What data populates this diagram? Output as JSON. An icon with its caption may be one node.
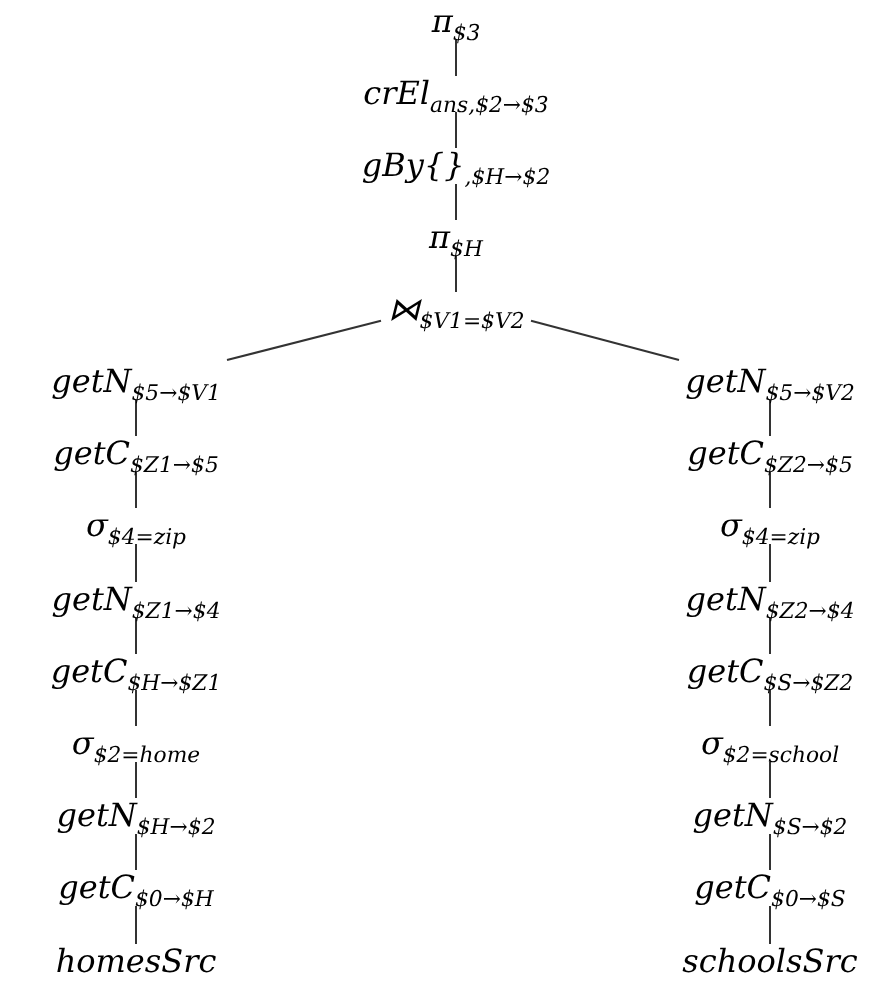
{
  "diagram": {
    "nodes": [
      {
        "text": [
          "π$_{$3}$"
        ]
      },
      {
        "text": [
          "crEl$_{ans,$2→$3}$"
        ]
      },
      {
        "text": [
          "gBy{}$_{,$H→$2}$"
        ]
      },
      {
        "text": [
          "π$_{$H}$"
        ]
      },
      {
        "text": [
          "⋈$_{$V1=$V2}$"
        ]
      },
      {
        "text": [
          "getN$_{$5→$V1}$"
        ]
      },
      {
        "text": [
          "getC$_{$Z1→$5}$"
        ]
      },
      {
        "text": [
          "σ$_{$4=zip}$"
        ]
      },
      {
        "text": [
          "getN$_{$Z1→$4}$"
        ]
      },
      {
        "text": [
          "getC$_{$H→$Z1}$"
        ]
      },
      {
        "text": [
          "σ$_{$2=home}$"
        ]
      },
      {
        "text": [
          "getN$_{$H→$2}$"
        ]
      },
      {
        "text": [
          "getC$_{$0→$H}$"
        ]
      },
      {
        "text": [
          "homesSrc"
        ]
      },
      {
        "text": [
          "getN$_{$5→$V2}$"
        ]
      },
      {
        "text": [
          "getC$_{$Z2→$5}$"
        ]
      },
      {
        "text": [
          "σ$_{$4=zip}$"
        ]
      },
      {
        "text": [
          "getN$_{$Z2→$4}$"
        ]
      },
      {
        "text": [
          "getC$_{$S→$Z2}$"
        ]
      },
      {
        "text": [
          "σ$_{$2=school}$"
        ]
      },
      {
        "text": [
          "getN$_{$S→$2}$"
        ]
      },
      {
        "text": [
          "getC$_{$0→$S}$"
        ]
      },
      {
        "text": [
          "schoolsSrc"
        ]
      }
    ],
    "edges": [
      {
        "from": 0,
        "to": 1,
        "arrow": "none"
      },
      {
        "from": 1,
        "to": 2,
        "arrow": "none"
      },
      {
        "from": 2,
        "to": 3,
        "arrow": "none"
      },
      {
        "from": 3,
        "to": 4,
        "arrow": "none"
      },
      {
        "from": 4,
        "to": 5,
        "arrow": "none"
      },
      {
        "from": 5,
        "to": 6,
        "arrow": "none"
      },
      {
        "from": 6,
        "to": 7,
        "arrow": "none"
      },
      {
        "from": 7,
        "to": 8,
        "arrow": "none"
      },
      {
        "from": 8,
        "to": 9,
        "arrow": "none"
      },
      {
        "from": 9,
        "to": 10,
        "arrow": "none"
      },
      {
        "from": 10,
        "to": 11,
        "arrow": "none"
      },
      {
        "from": 11,
        "to": 12,
        "arrow": "none"
      },
      {
        "from": 12,
        "to": 13,
        "arrow": "none"
      },
      {
        "from": 4,
        "to": 14,
        "arrow": "none"
      },
      {
        "from": 14,
        "to": 15,
        "arrow": "none"
      },
      {
        "from": 15,
        "to": 16,
        "arrow": "none"
      },
      {
        "from": 16,
        "to": 17,
        "arrow": "none"
      },
      {
        "from": 17,
        "to": 18,
        "arrow": "none"
      },
      {
        "from": 18,
        "to": 19,
        "arrow": "none"
      },
      {
        "from": 19,
        "to": 20,
        "arrow": "none"
      },
      {
        "from": 20,
        "to": 21,
        "arrow": "none"
      },
      {
        "from": 21,
        "to": 22,
        "arrow": "none"
      }
    ]
  }
}
